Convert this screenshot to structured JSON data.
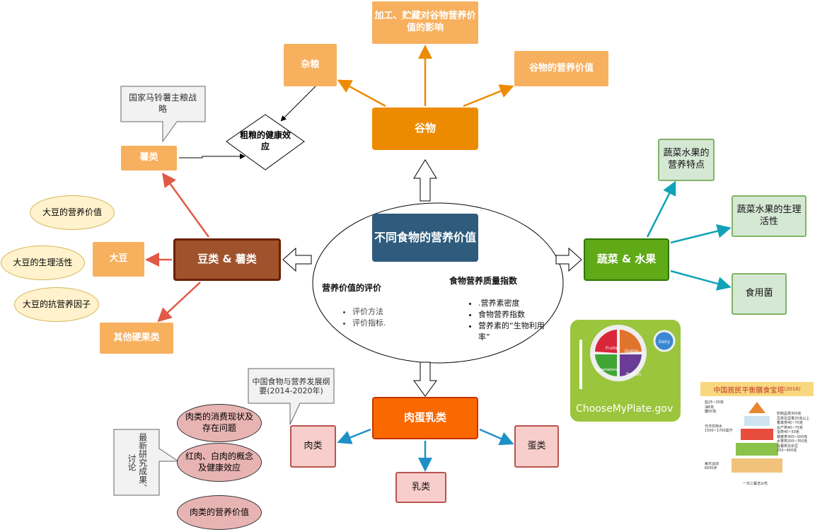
{
  "center": {
    "title": "不同食物的营养价值",
    "left_heading": "营养价值的评价",
    "left_items": [
      "评价方法",
      "评价指标."
    ],
    "right_heading": "食物营养质量指数",
    "right_items": [
      ".营养素密度",
      "食物营养指数",
      "营养素的“生物利用率”"
    ]
  },
  "grain": {
    "title": "谷物",
    "children": [
      "加工、贮藏对谷物营养价值的影响",
      "杂粮",
      "谷物的营养价值"
    ],
    "diamond": "粗粮的健康效应",
    "color": "#ED8B00"
  },
  "beans": {
    "title": "豆类 & 薯类",
    "children": [
      "薯类",
      "大豆",
      "其他硬果类"
    ],
    "callout": "国家马铃薯主粮战略",
    "soy_topics": [
      "大豆的营养价值",
      "大豆的生理活性",
      "大豆的抗营养因子"
    ],
    "color": "#A0522D"
  },
  "veg": {
    "title": "蔬菜 & 水果",
    "children": [
      "蔬菜水果的营养特点",
      "蔬菜水果的生理活性",
      "食用菌"
    ],
    "color": "#60A917"
  },
  "meat": {
    "title": "肉蛋乳类",
    "children": [
      "肉类",
      "蛋类",
      "乳类"
    ],
    "callout": "中国食物与营养发展纲要(2014-2020年)",
    "topics": [
      "肉类的消费现状及存在问题",
      "红肉、白肉的概念及健康效应",
      "肉类的营养价值"
    ],
    "side_note": "最新研究成果、讨论",
    "color": "#FA6800"
  },
  "myplate": {
    "sections": [
      "Fruits",
      "Grains",
      "Vegetables",
      "Protein",
      "Dairy"
    ],
    "logo": "ChooseMyPlate.gov"
  },
  "pyramid": {
    "title": "中国居民平衡膳食宝塔",
    "year": "(2016)",
    "labels": [
      "盐25~30克",
      "油6克",
      "糖50克",
      "奶制品类300克",
      "豆类及坚果25克以上",
      "畜禽类40~75克",
      "水产类40~75克",
      "蛋类40~50克",
      "蔬菜类300~500克",
      "水果类200~350克",
      "谷薯类及杂豆",
      "250~400克",
      "日日饮用水",
      "1500~1700毫升",
      "每天运动",
      "6000步",
      "一日三餐怎么吃"
    ]
  }
}
